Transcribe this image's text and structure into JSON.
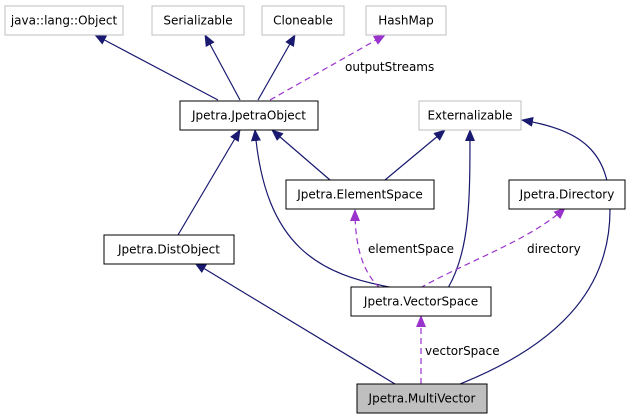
{
  "colors": {
    "inheritance_edge": "#191970",
    "usage_edge": "#9a32cd",
    "external_node_border": "#bfbfbf",
    "focus_node_fill": "#bfbfbf",
    "node_border": "#000000",
    "background": "#ffffff"
  },
  "nodes": {
    "java_object": "java::lang::Object",
    "serializable": "Serializable",
    "cloneable": "Cloneable",
    "hashmap": "HashMap",
    "jpetra_object": "Jpetra.JpetraObject",
    "externalizable": "Externalizable",
    "element_space": "Jpetra.ElementSpace",
    "directory": "Jpetra.Directory",
    "dist_object": "Jpetra.DistObject",
    "vector_space": "Jpetra.VectorSpace",
    "multi_vector": "Jpetra.MultiVector"
  },
  "edge_labels": {
    "output_streams": "outputStreams",
    "element_space": "elementSpace",
    "directory": "directory",
    "vector_space": "vectorSpace"
  }
}
